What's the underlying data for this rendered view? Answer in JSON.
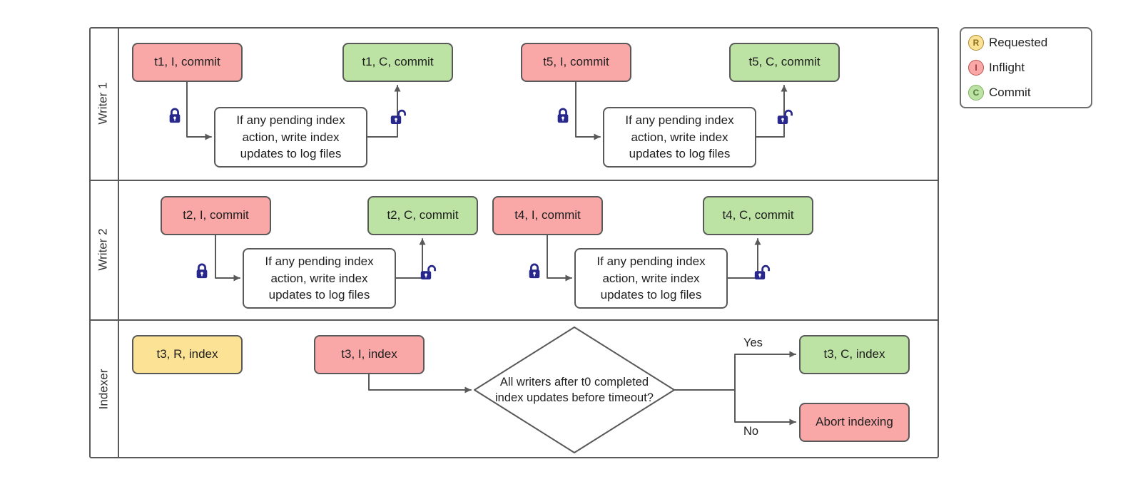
{
  "colors": {
    "inflight_fill": "#F9A7A7",
    "commit_fill": "#BCE2A4",
    "requested_fill": "#FBE294",
    "process_fill": "#FFFFFF",
    "stroke": "#595959",
    "lock_icon": "#28288C"
  },
  "lanes": {
    "writer1": {
      "label": "Writer 1"
    },
    "writer2": {
      "label": "Writer 2"
    },
    "indexer": {
      "label": "Indexer"
    }
  },
  "nodes": {
    "process_text": "If any pending index action, write index updates to log files",
    "t1_inflight": "t1, I, commit",
    "t1_commit": "t1, C, commit",
    "t5_inflight": "t5, I, commit",
    "t5_commit": "t5, C, commit",
    "t2_inflight": "t2, I, commit",
    "t2_commit": "t2, C, commit",
    "t4_inflight": "t4, I, commit",
    "t4_commit": "t4, C, commit",
    "t3_requested": "t3, R, index",
    "t3_inflight": "t3, I, index",
    "t3_commit": "t3, C, index",
    "abort": "Abort indexing",
    "decision": "All writers after t0 completed index updates before timeout?",
    "yes_label": "Yes",
    "no_label": "No"
  },
  "legend": {
    "items": [
      {
        "letter": "R",
        "label": "Requested"
      },
      {
        "letter": "I",
        "label": "Inflight"
      },
      {
        "letter": "C",
        "label": "Commit"
      }
    ]
  }
}
